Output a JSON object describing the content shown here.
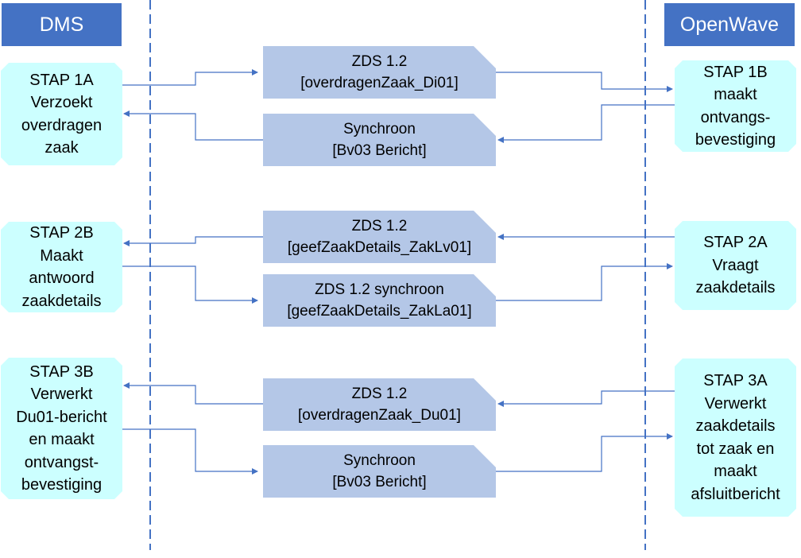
{
  "headers": {
    "left": "DMS",
    "right": "OpenWave"
  },
  "steps": {
    "s1a": "STAP 1A\nVerzoekt\noverdragen\nzaak",
    "s1b": "STAP 1B\nmaakt\nontvangs-\nbevestiging",
    "s2b": "STAP 2B\nMaakt\nantwoord\nzaakdetails",
    "s2a": "STAP 2A\nVraagt\nzaakdetails",
    "s3b": "STAP 3B\nVerwerkt\nDu01-bericht\nen maakt\nontvangst-\nbevestiging",
    "s3a": "STAP 3A\nVerwerkt\nzaakdetails\ntot zaak en\nmaakt\nafsluitbericht"
  },
  "messages": {
    "m1": "ZDS 1.2\n[overdragenZaak_Di01]",
    "m2": "Synchroon\n[Bv03 Bericht]",
    "m3": "ZDS 1.2\n[geefZaakDetails_ZakLv01]",
    "m4": "ZDS 1.2 synchroon\n[geefZaakDetails_ZakLa01]",
    "m5": "ZDS 1.2\n[overdragenZaak_Du01]",
    "m6": "Synchroon\n[Bv03 Bericht]"
  },
  "colors": {
    "header": "#4472c4",
    "step": "#ccffff",
    "message": "#b4c7e7",
    "line": "#4472c4"
  }
}
